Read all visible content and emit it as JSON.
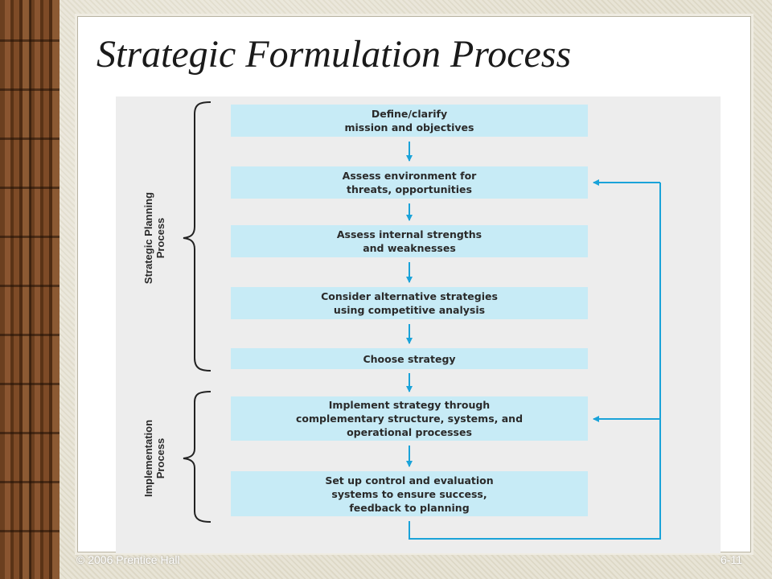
{
  "slide": {
    "title": "Strategic Formulation Process",
    "footer_left": "© 2006 Prentice Hall",
    "footer_right": "6-11"
  },
  "diagram": {
    "groups": {
      "planning": {
        "line1": "Strategic Planning",
        "line2": "Process"
      },
      "implementation": {
        "line1": "Implementation",
        "line2": "Process"
      }
    },
    "steps": [
      "Define/clarify\nmission and objectives",
      "Assess environment for\nthreats, opportunities",
      "Assess internal strengths\nand weaknesses",
      "Consider alternative strategies\nusing competitive analysis",
      "Choose strategy",
      "Implement strategy through\ncomplementary structure, systems, and\noperational processes",
      "Set up control and evaluation\nsystems to ensure success,\nfeedback to planning"
    ],
    "colors": {
      "box_fill": "#c7ebf6",
      "arrow": "#1aa3d9",
      "panel": "#ededed"
    }
  }
}
